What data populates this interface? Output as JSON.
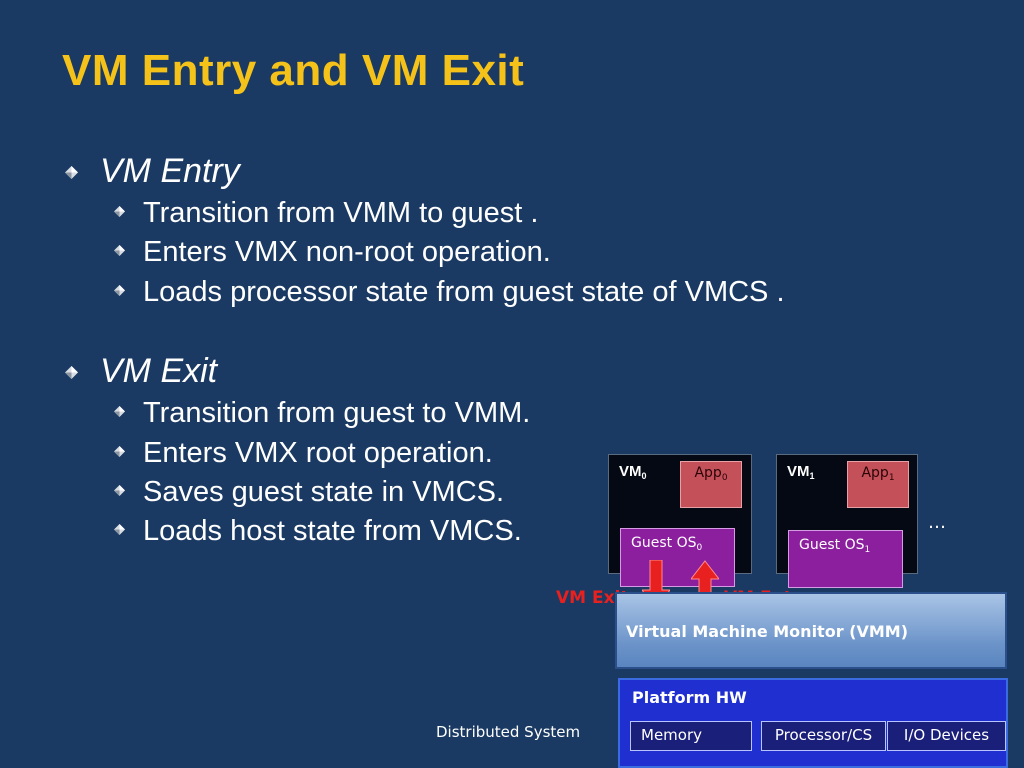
{
  "slide": {
    "title": "VM Entry and VM Exit",
    "footer": "Distributed System"
  },
  "sections": [
    {
      "heading": "VM Entry",
      "items": [
        "Transition from VMM to guest .",
        "Enters VMX non-root operation.",
        "Loads processor state from guest state of VMCS ."
      ]
    },
    {
      "heading": "VM Exit",
      "items": [
        "Transition from guest to VMM.",
        "Enters VMX root operation.",
        "Saves guest state in VMCS.",
        "Loads host state from VMCS."
      ]
    }
  ],
  "diagram": {
    "vm0": {
      "label": "VM",
      "sub": "0",
      "app": "App",
      "app_sub": "0",
      "guest": "Guest OS",
      "guest_sub": "0"
    },
    "vm1": {
      "label": "VM",
      "sub": "1",
      "app": "App",
      "app_sub": "1",
      "guest": "Guest OS",
      "guest_sub": "1"
    },
    "ellipsis": "…",
    "vm_exit_label": "VM Exit",
    "vm_entry_label": "VM Entry",
    "vmm_label": "Virtual Machine Monitor (VMM)",
    "platform_title": "Platform  HW",
    "hw_parts": [
      "Memory",
      "Processor/CS",
      "I/O Devices"
    ],
    "colors": {
      "title": "#f5c21a",
      "background": "#1b3a63",
      "arrow": "#e8201f",
      "app": "#c4505a",
      "guest": "#8b1f9e",
      "platform": "#1f2fd0"
    }
  }
}
